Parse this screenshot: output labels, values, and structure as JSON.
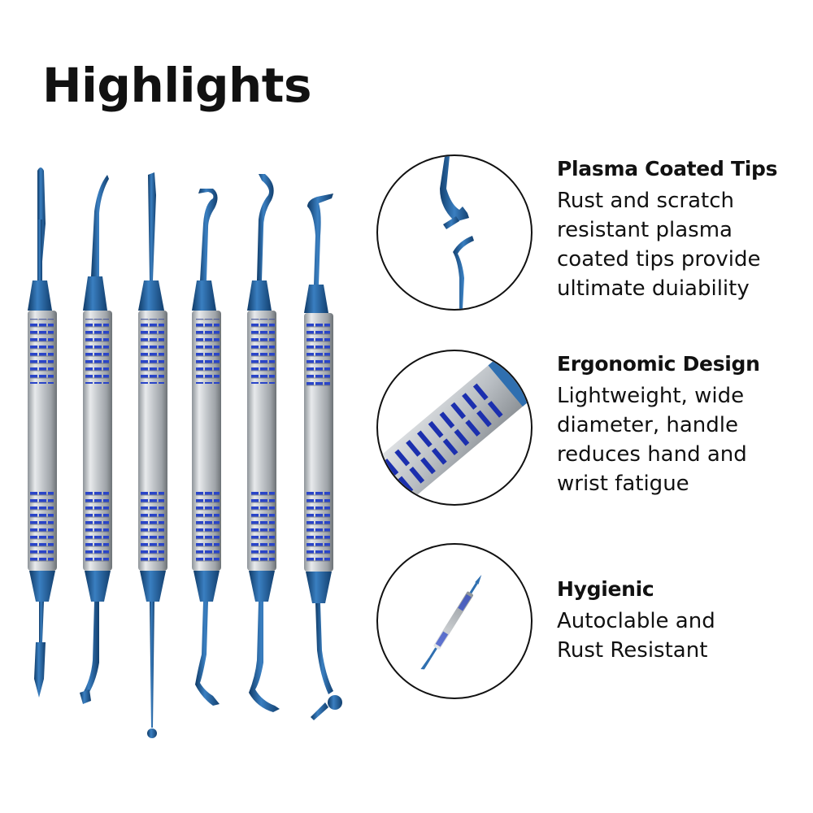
{
  "title": "Highlights",
  "colors": {
    "tip_blue": "#1f5f9e",
    "tip_blue_dark": "#123f6e",
    "steel": "#c9cdd1",
    "grip_blue": "#2a45c8",
    "text": "#111111"
  },
  "features": [
    {
      "icon": "plasma-tip-closeup",
      "heading": "Plasma Coated Tips",
      "lines": [
        "Rust and scratch",
        "resistant plasma",
        "coated tips provide",
        "ultimate duiability"
      ]
    },
    {
      "icon": "handle-grip-closeup",
      "heading": "Ergonomic Design",
      "lines": [
        "Lightweight, wide",
        "diameter, handle",
        "reduces hand and",
        "wrist fatigue"
      ]
    },
    {
      "icon": "full-instrument-thumbnail",
      "heading": "Hygienic",
      "lines": [
        "Autoclable and",
        "Rust Resistant"
      ]
    }
  ]
}
